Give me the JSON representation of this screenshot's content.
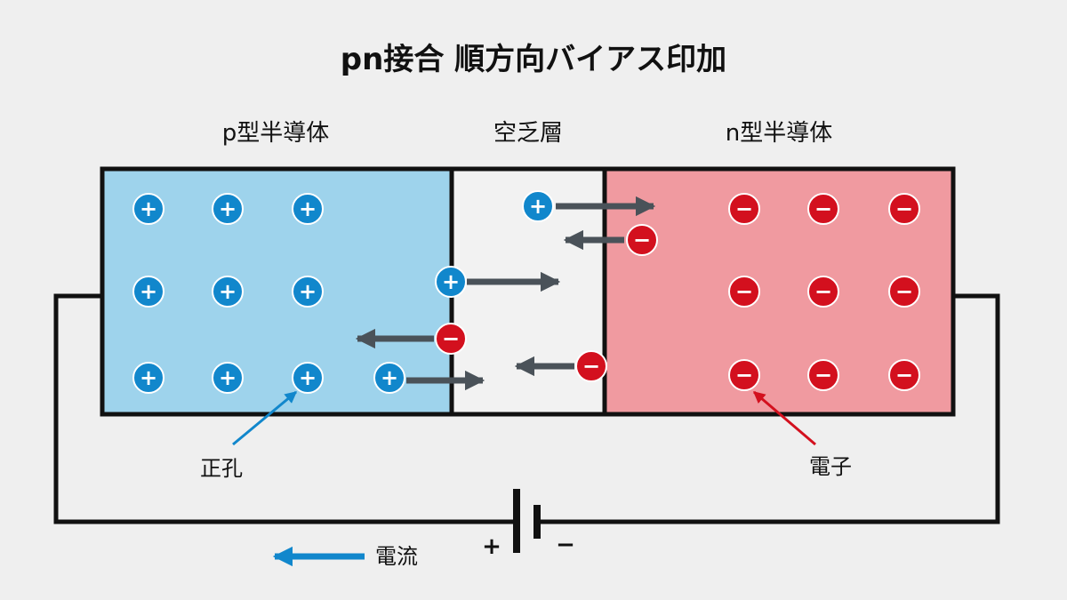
{
  "title": "pn接合 順方向バイアス印加",
  "regions": {
    "p": {
      "label": "p型半導体"
    },
    "depletion": {
      "label": "空乏層"
    },
    "n": {
      "label": "n型半導体"
    }
  },
  "annotations": {
    "hole": "正孔",
    "electron": "電子",
    "current": "電流"
  },
  "battery": {
    "plus": "+",
    "minus": "−"
  },
  "symbols": {
    "hole": "+",
    "electron": "−"
  },
  "colors": {
    "background": "#efefef",
    "p_region": "#9ed3ec",
    "depletion_region": "#f2f2f2",
    "n_region": "#f09aa0",
    "hole": "#1187cc",
    "electron": "#d3101e",
    "arrow": "#4a5259",
    "wire": "#111111"
  }
}
